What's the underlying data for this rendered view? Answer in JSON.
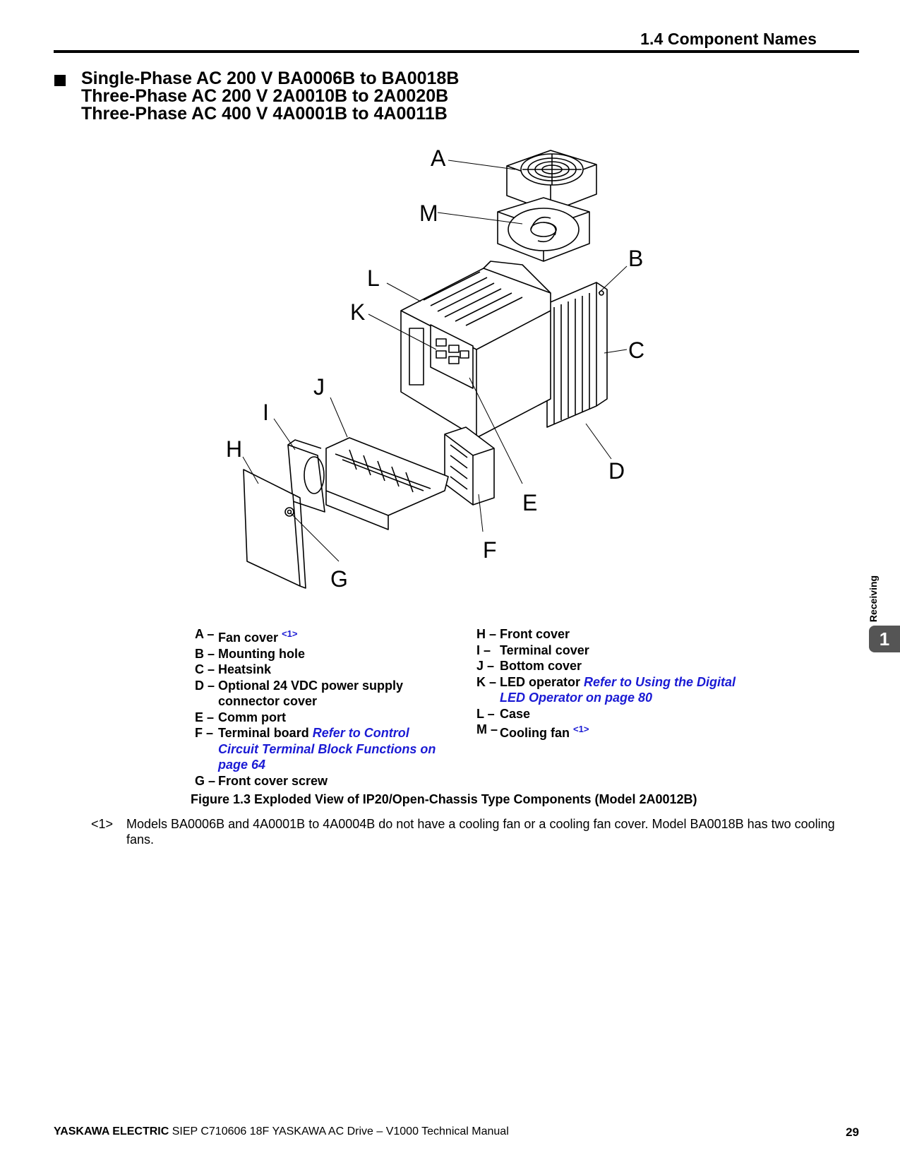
{
  "header": {
    "section_title": "1.4 Component Names"
  },
  "heading": {
    "lines": [
      "Single-Phase AC 200 V BA0006B to BA0018B",
      "Three-Phase AC 200 V 2A0010B to 2A0020B",
      "Three-Phase AC 400 V 4A0001B to 4A0011B"
    ]
  },
  "figure": {
    "callouts": [
      "A",
      "M",
      "B",
      "L",
      "K",
      "C",
      "J",
      "I",
      "H",
      "D",
      "E",
      "F",
      "G"
    ]
  },
  "legend": {
    "left": [
      {
        "letter": "A –",
        "text": "Fan cover",
        "note": "<1>"
      },
      {
        "letter": "B –",
        "text": "Mounting hole"
      },
      {
        "letter": "C –",
        "text": "Heatsink"
      },
      {
        "letter": "D –",
        "text": "Optional 24 VDC power supply connector cover"
      },
      {
        "letter": "E –",
        "text": "Comm port"
      },
      {
        "letter": "F –",
        "text": "Terminal board",
        "link": "Refer to Control Circuit Terminal Block Functions on page 64"
      },
      {
        "letter": "G –",
        "text": "Front cover screw"
      }
    ],
    "right": [
      {
        "letter": "H –",
        "text": "Front cover"
      },
      {
        "letter": "I  –",
        "text": "Terminal cover"
      },
      {
        "letter": "J –",
        "text": "Bottom cover"
      },
      {
        "letter": "K –",
        "text": "LED operator",
        "link": "Refer to Using the Digital LED Operator on page 80"
      },
      {
        "letter": "L –",
        "text": "Case"
      },
      {
        "letter": "M –",
        "text": "Cooling fan",
        "note": "<1>"
      }
    ]
  },
  "caption": "Figure 1.3  Exploded View of IP20/Open-Chassis Type Components (Model 2A0012B)",
  "footnote": {
    "marker": "<1>",
    "text": "Models BA0006B and 4A0001B to 4A0004B do not have a cooling fan or a cooling fan cover. Model BA0018B has two cooling fans."
  },
  "side_tab": {
    "label": "Receiving",
    "chapter": "1"
  },
  "footer": {
    "brand": "YASKAWA ELECTRIC",
    "doc": "SIEP C710606 18F YASKAWA AC Drive – V1000 Technical Manual",
    "page": "29"
  }
}
